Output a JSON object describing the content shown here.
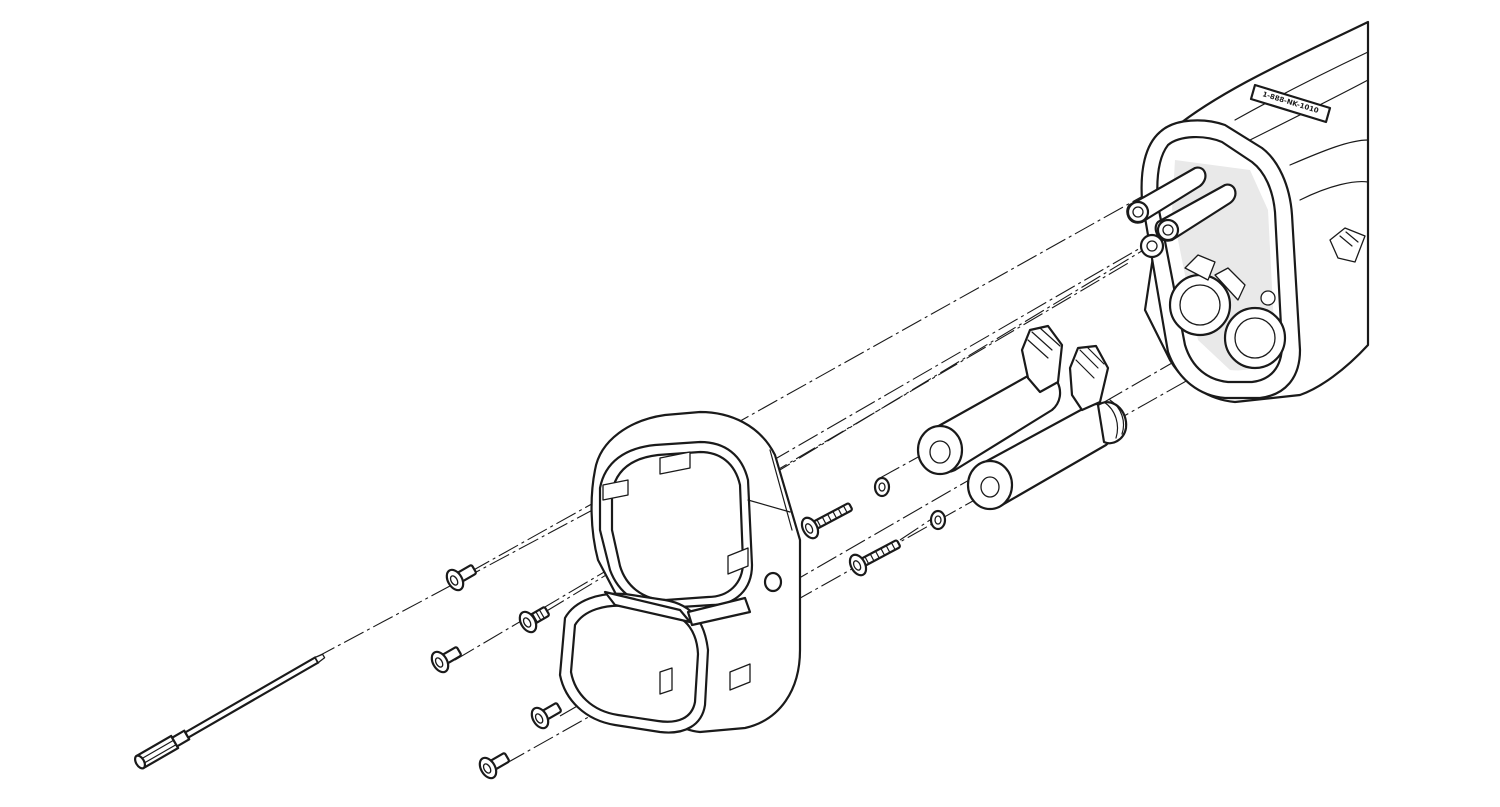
{
  "diagram": {
    "parts": [
      {
        "id": "main-housing",
        "name": "housing"
      },
      {
        "id": "battery-cradle",
        "name": "cradle"
      },
      {
        "id": "cell-left",
        "name": "cell"
      },
      {
        "id": "cell-right",
        "name": "cell"
      },
      {
        "id": "hex-driver-bit",
        "name": "bit"
      }
    ],
    "screw_count": 7,
    "washer_count": 2,
    "housing_label": "1-888-NK-1010"
  }
}
